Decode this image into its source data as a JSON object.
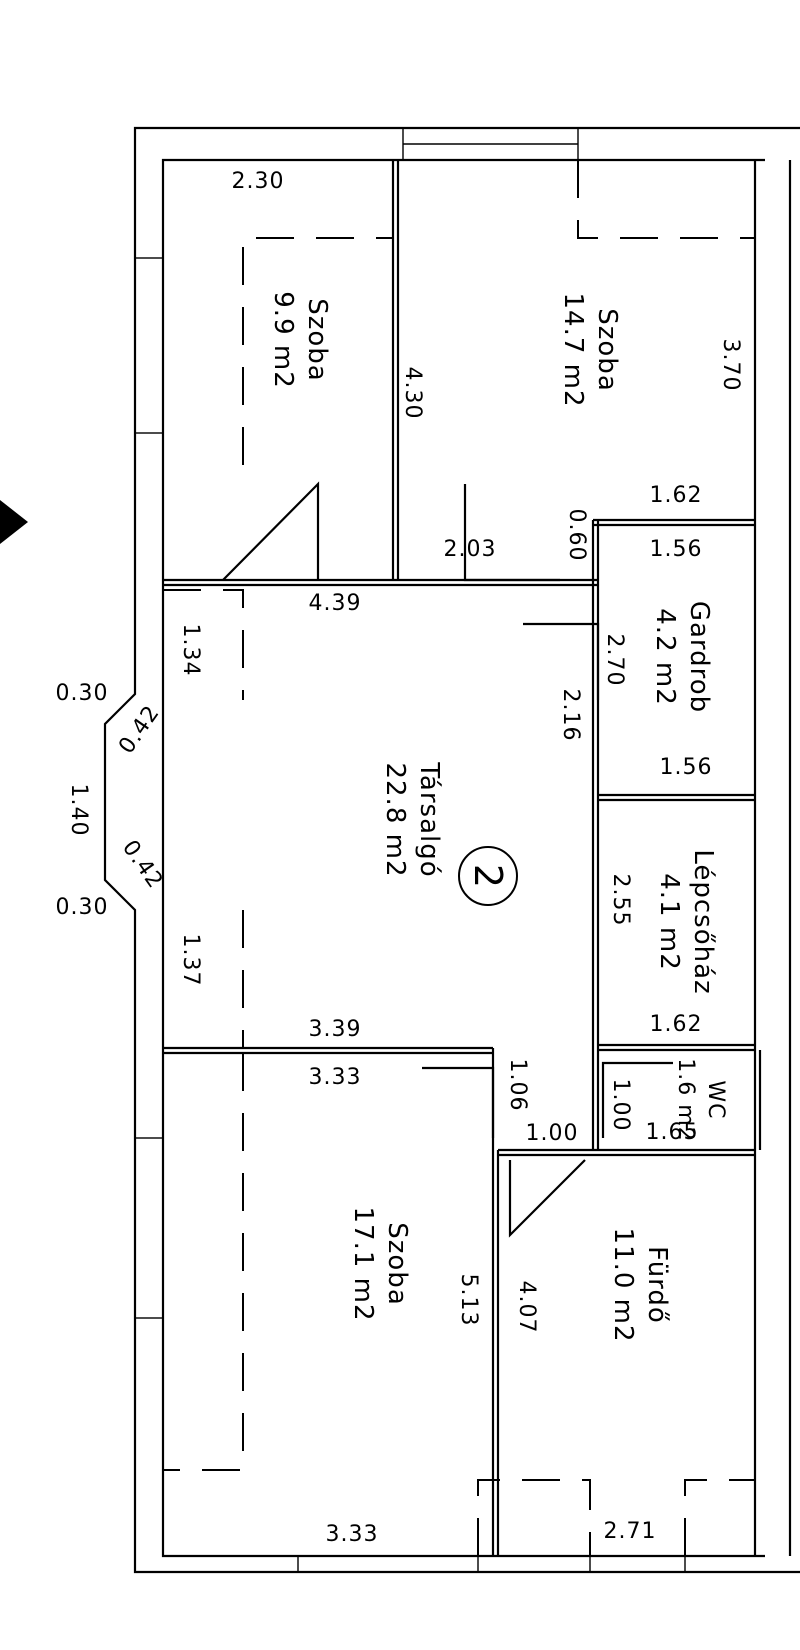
{
  "rooms": {
    "szoba_small": {
      "name": "Szoba",
      "area": "9.9 m2"
    },
    "szoba_mid": {
      "name": "Szoba",
      "area": "14.7 m2"
    },
    "gardrob": {
      "name": "Gardrob",
      "area": "4.2 m2"
    },
    "tarsalgo": {
      "name": "Társalgó",
      "area": "22.8 m2"
    },
    "lepcsohaz": {
      "name": "Lépcsőház",
      "area": "4.1 m2"
    },
    "wc": {
      "name": "WC",
      "area": "1.6 m2"
    },
    "szoba_large": {
      "name": "Szoba",
      "area": "17.1 m2"
    },
    "furdo": {
      "name": "Fürdő",
      "area": "11.0 m2"
    }
  },
  "apartment_number": "2",
  "dimensions": {
    "d_2_30": "2.30",
    "d_4_30": "4.30",
    "d_3_70": "3.70",
    "d_1_62_top": "1.62",
    "d_0_60": "0.60",
    "d_1_56_top": "1.56",
    "d_2_03": "2.03",
    "d_4_39": "4.39",
    "d_1_34": "1.34",
    "d_2_70": "2.70",
    "d_2_16": "2.16",
    "d_1_56_bottom": "1.56",
    "d_0_30_top": "0.30",
    "d_0_42_top": "0.42",
    "d_1_40": "1.40",
    "d_0_42_bottom": "0.42",
    "d_0_30_bottom": "0.30",
    "d_2_55": "2.55",
    "d_1_37": "1.37",
    "d_3_39": "3.39",
    "d_1_62_bottom": "1.62",
    "d_3_33_top": "3.33",
    "d_1_06": "1.06",
    "d_1_00_vertical": "1.00",
    "d_1_65": "1.65",
    "d_1_00_horizontal": "1.00",
    "d_5_13": "5.13",
    "d_4_07": "4.07",
    "d_3_33_bottom": "3.33",
    "d_2_71": "2.71"
  }
}
